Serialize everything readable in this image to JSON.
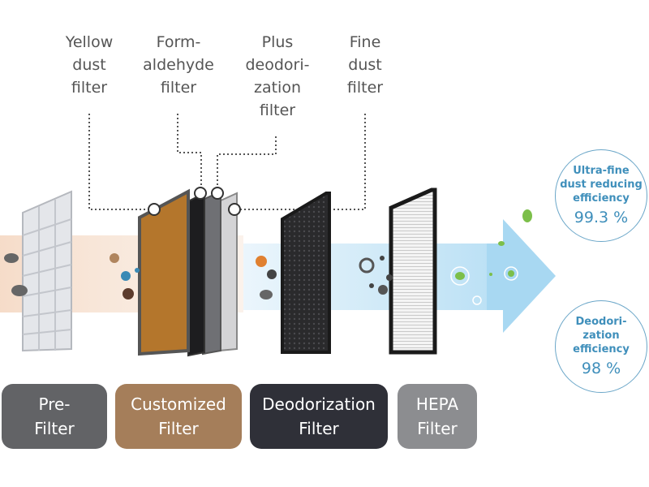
{
  "callouts": [
    {
      "id": "yellow-dust",
      "lines": [
        "Yellow",
        "dust",
        "filter"
      ]
    },
    {
      "id": "formaldehyde",
      "lines": [
        "Form-",
        "aldehyde",
        "filter"
      ]
    },
    {
      "id": "plus-deodorization",
      "lines": [
        "Plus",
        "deodori-",
        "zation",
        "filter"
      ]
    },
    {
      "id": "fine-dust",
      "lines": [
        "Fine",
        "dust",
        "filter"
      ]
    }
  ],
  "stages": [
    {
      "id": "pre-filter",
      "lines": [
        "Pre-",
        "Filter"
      ],
      "color": "#626366"
    },
    {
      "id": "customized-filter",
      "lines": [
        "Customized",
        "Filter"
      ],
      "color": "#a57e5a"
    },
    {
      "id": "deodorization-filter",
      "lines": [
        "Deodorization",
        "Filter"
      ],
      "color": "#2f3038"
    },
    {
      "id": "hepa-filter",
      "lines": [
        "HEPA",
        "Filter"
      ],
      "color": "#8c8d90"
    }
  ],
  "efficiency": [
    {
      "id": "ultra-fine",
      "lines": [
        "Ultra-fine",
        "dust reducing",
        "efficiency"
      ],
      "value": "99.3 %"
    },
    {
      "id": "deodorization",
      "lines": [
        "Deodori-",
        "zation",
        "efficiency"
      ],
      "value": "98 %"
    }
  ],
  "colors": {
    "arrow": "#a8d8f2",
    "circle_text": "#3f8fbb",
    "airflow_warm": "#f7e3d3"
  }
}
